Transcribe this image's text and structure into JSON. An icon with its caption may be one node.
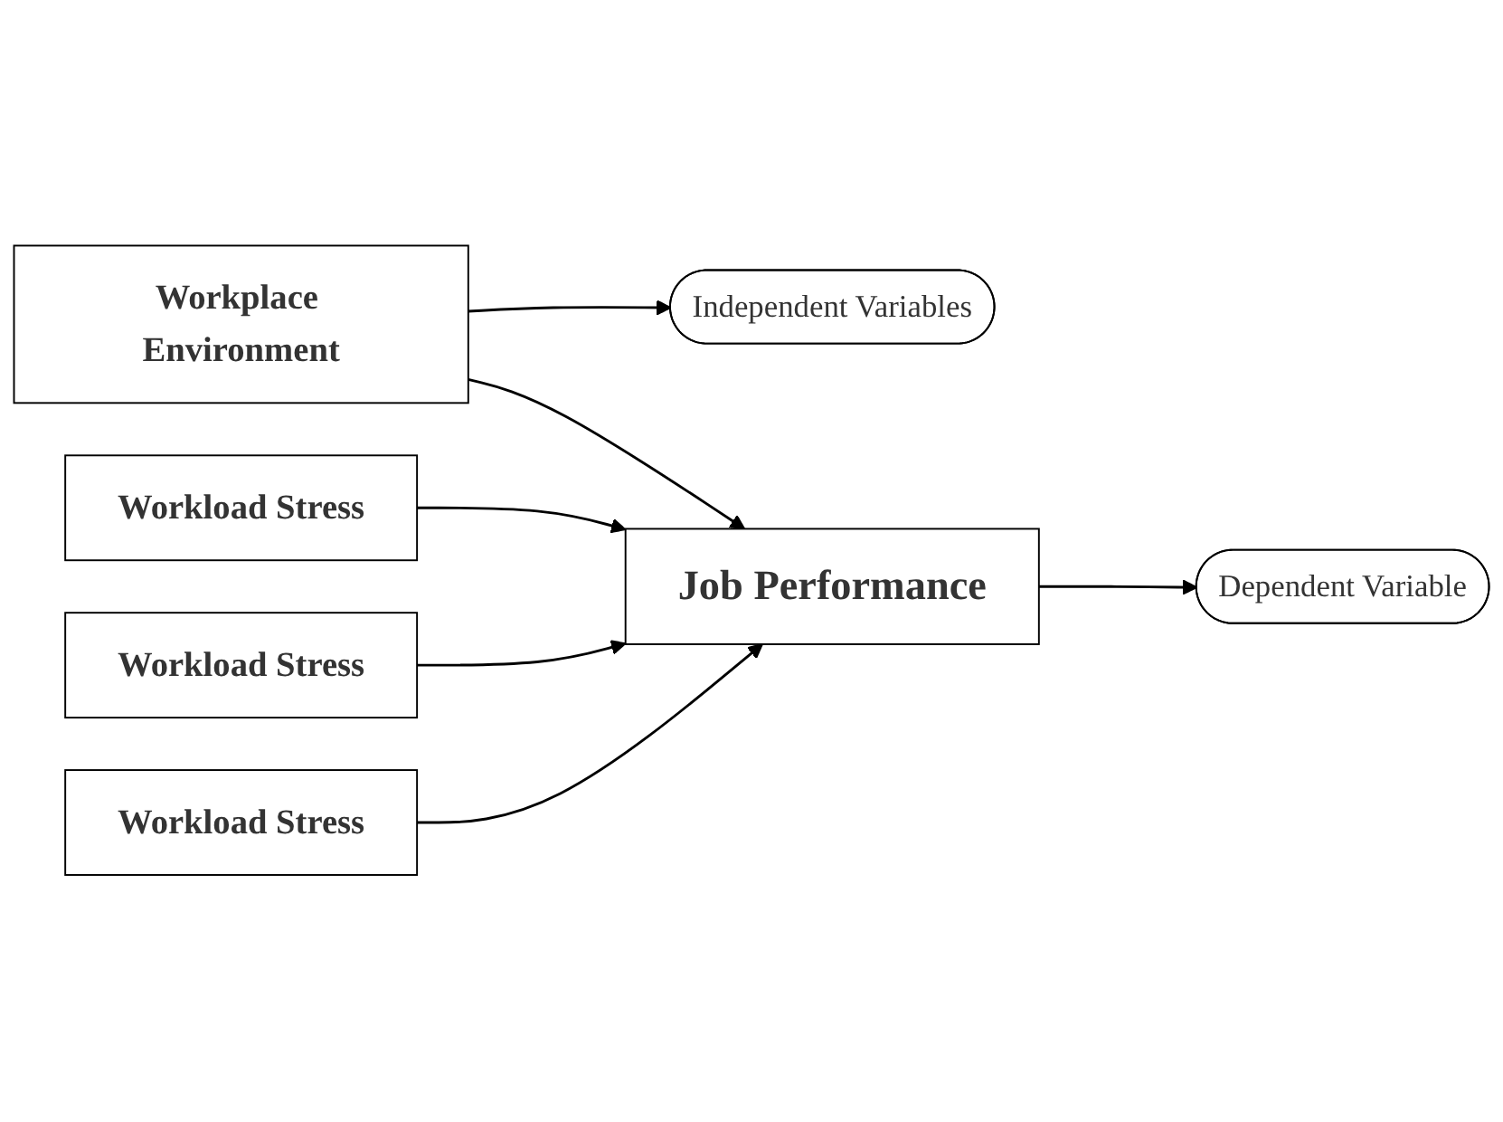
{
  "diagram": {
    "nodes": [
      {
        "text": [
          "Independent Variables"
        ]
      },
      {
        "text": [
          "Dependent Variable"
        ]
      },
      {
        "text": [
          "Workplace Environment"
        ]
      },
      {
        "text": [
          "Workload Stress"
        ]
      },
      {
        "text": [
          "Workload Stress"
        ]
      },
      {
        "text": [
          "Workload Stress"
        ]
      },
      {
        "text": [
          "Job Performance"
        ]
      }
    ],
    "edges": [
      {
        "from": 2,
        "to": 0,
        "arrow": "to"
      },
      {
        "from": 6,
        "to": 1,
        "arrow": "to"
      },
      {
        "from": 2,
        "to": 6,
        "arrow": "to"
      },
      {
        "from": 3,
        "to": 6,
        "arrow": "to"
      },
      {
        "from": 4,
        "to": 6,
        "arrow": "to"
      },
      {
        "from": 5,
        "to": 6,
        "arrow": "to"
      }
    ]
  }
}
